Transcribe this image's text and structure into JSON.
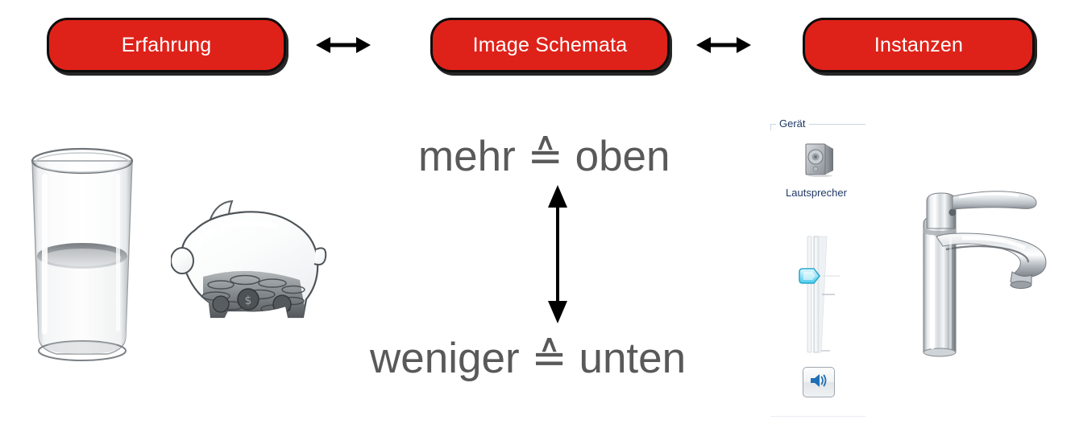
{
  "slide": {
    "title": "Image Schemata",
    "language": "de",
    "background_color": "#ffffff"
  },
  "colors": {
    "box_fill": "#df2219",
    "box_border": "#0d0d0d",
    "box_text": "#ffffff",
    "metaphor_text": "#595959",
    "arrow": "#000000",
    "windows_label": "#1f3864",
    "slider_thumb": "#31c8f0",
    "speaker_glyph": "#1f6fb5"
  },
  "concept_chain": {
    "boxes": [
      {
        "id": "erfahrung",
        "label": "Erfahrung"
      },
      {
        "id": "image-schemata",
        "label": "Image Schemata"
      },
      {
        "id": "instanzen",
        "label": "Instanzen"
      }
    ],
    "connectors": [
      {
        "id": "connector-1",
        "icon": "double-headed-horizontal-arrow-icon"
      },
      {
        "id": "connector-2",
        "icon": "double-headed-horizontal-arrow-icon"
      }
    ]
  },
  "schema": {
    "axis_icon": "double-headed-vertical-arrow-icon",
    "upper_label": "mehr ≙ oben",
    "lower_label": "weniger ≙ unten"
  },
  "instances": {
    "items": [
      {
        "id": "glass-of-water",
        "name": "glass-of-water-image",
        "caption": ""
      },
      {
        "id": "piggy-bank",
        "name": "piggy-bank-image",
        "caption": ""
      },
      {
        "id": "volume-control",
        "name": "windows-volume-panel",
        "caption": ""
      },
      {
        "id": "faucet",
        "name": "faucet-image",
        "caption": ""
      }
    ]
  },
  "volume_panel": {
    "group_label": "Gerät",
    "device_icon": "speaker-device-icon",
    "device_label": "Lautsprecher",
    "slider": {
      "name": "volume-slider",
      "orientation": "vertical",
      "thumb_position_percent": 62,
      "thumb_color": "#31c8f0"
    },
    "mute_button": {
      "name": "mute-toggle-button",
      "icon": "speaker-sound-on-icon",
      "state": "unmuted"
    }
  }
}
